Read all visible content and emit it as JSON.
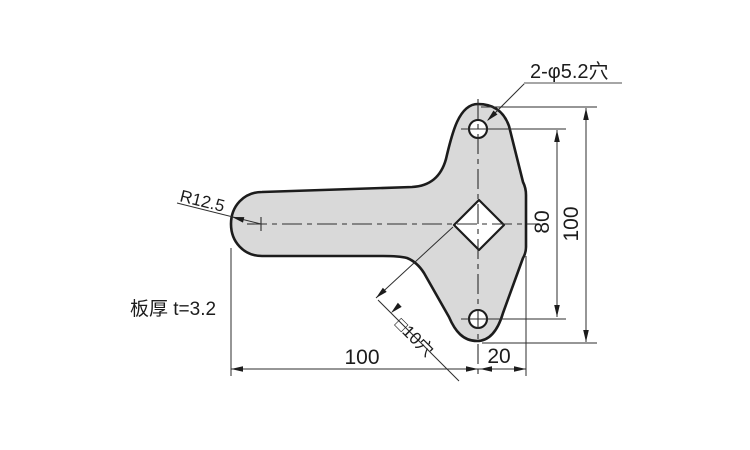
{
  "drawing": {
    "title_context": "technical-part-drawing",
    "labels": {
      "holes": "2-φ5.2穴",
      "radius": "R12.5",
      "thickness": "板厚 t=3.2",
      "square_hole": "□10穴"
    },
    "dims": {
      "bottom_100": "100",
      "bottom_20": "20",
      "right_80": "80",
      "right_100": "100"
    },
    "colors": {
      "background": "#ffffff",
      "part_fill": "#d9d9d9",
      "outline": "#1c1c1c",
      "thin_line": "#2e2e2e",
      "leader_underline": "#a6a6a6",
      "text": "#1c1c1c"
    }
  }
}
